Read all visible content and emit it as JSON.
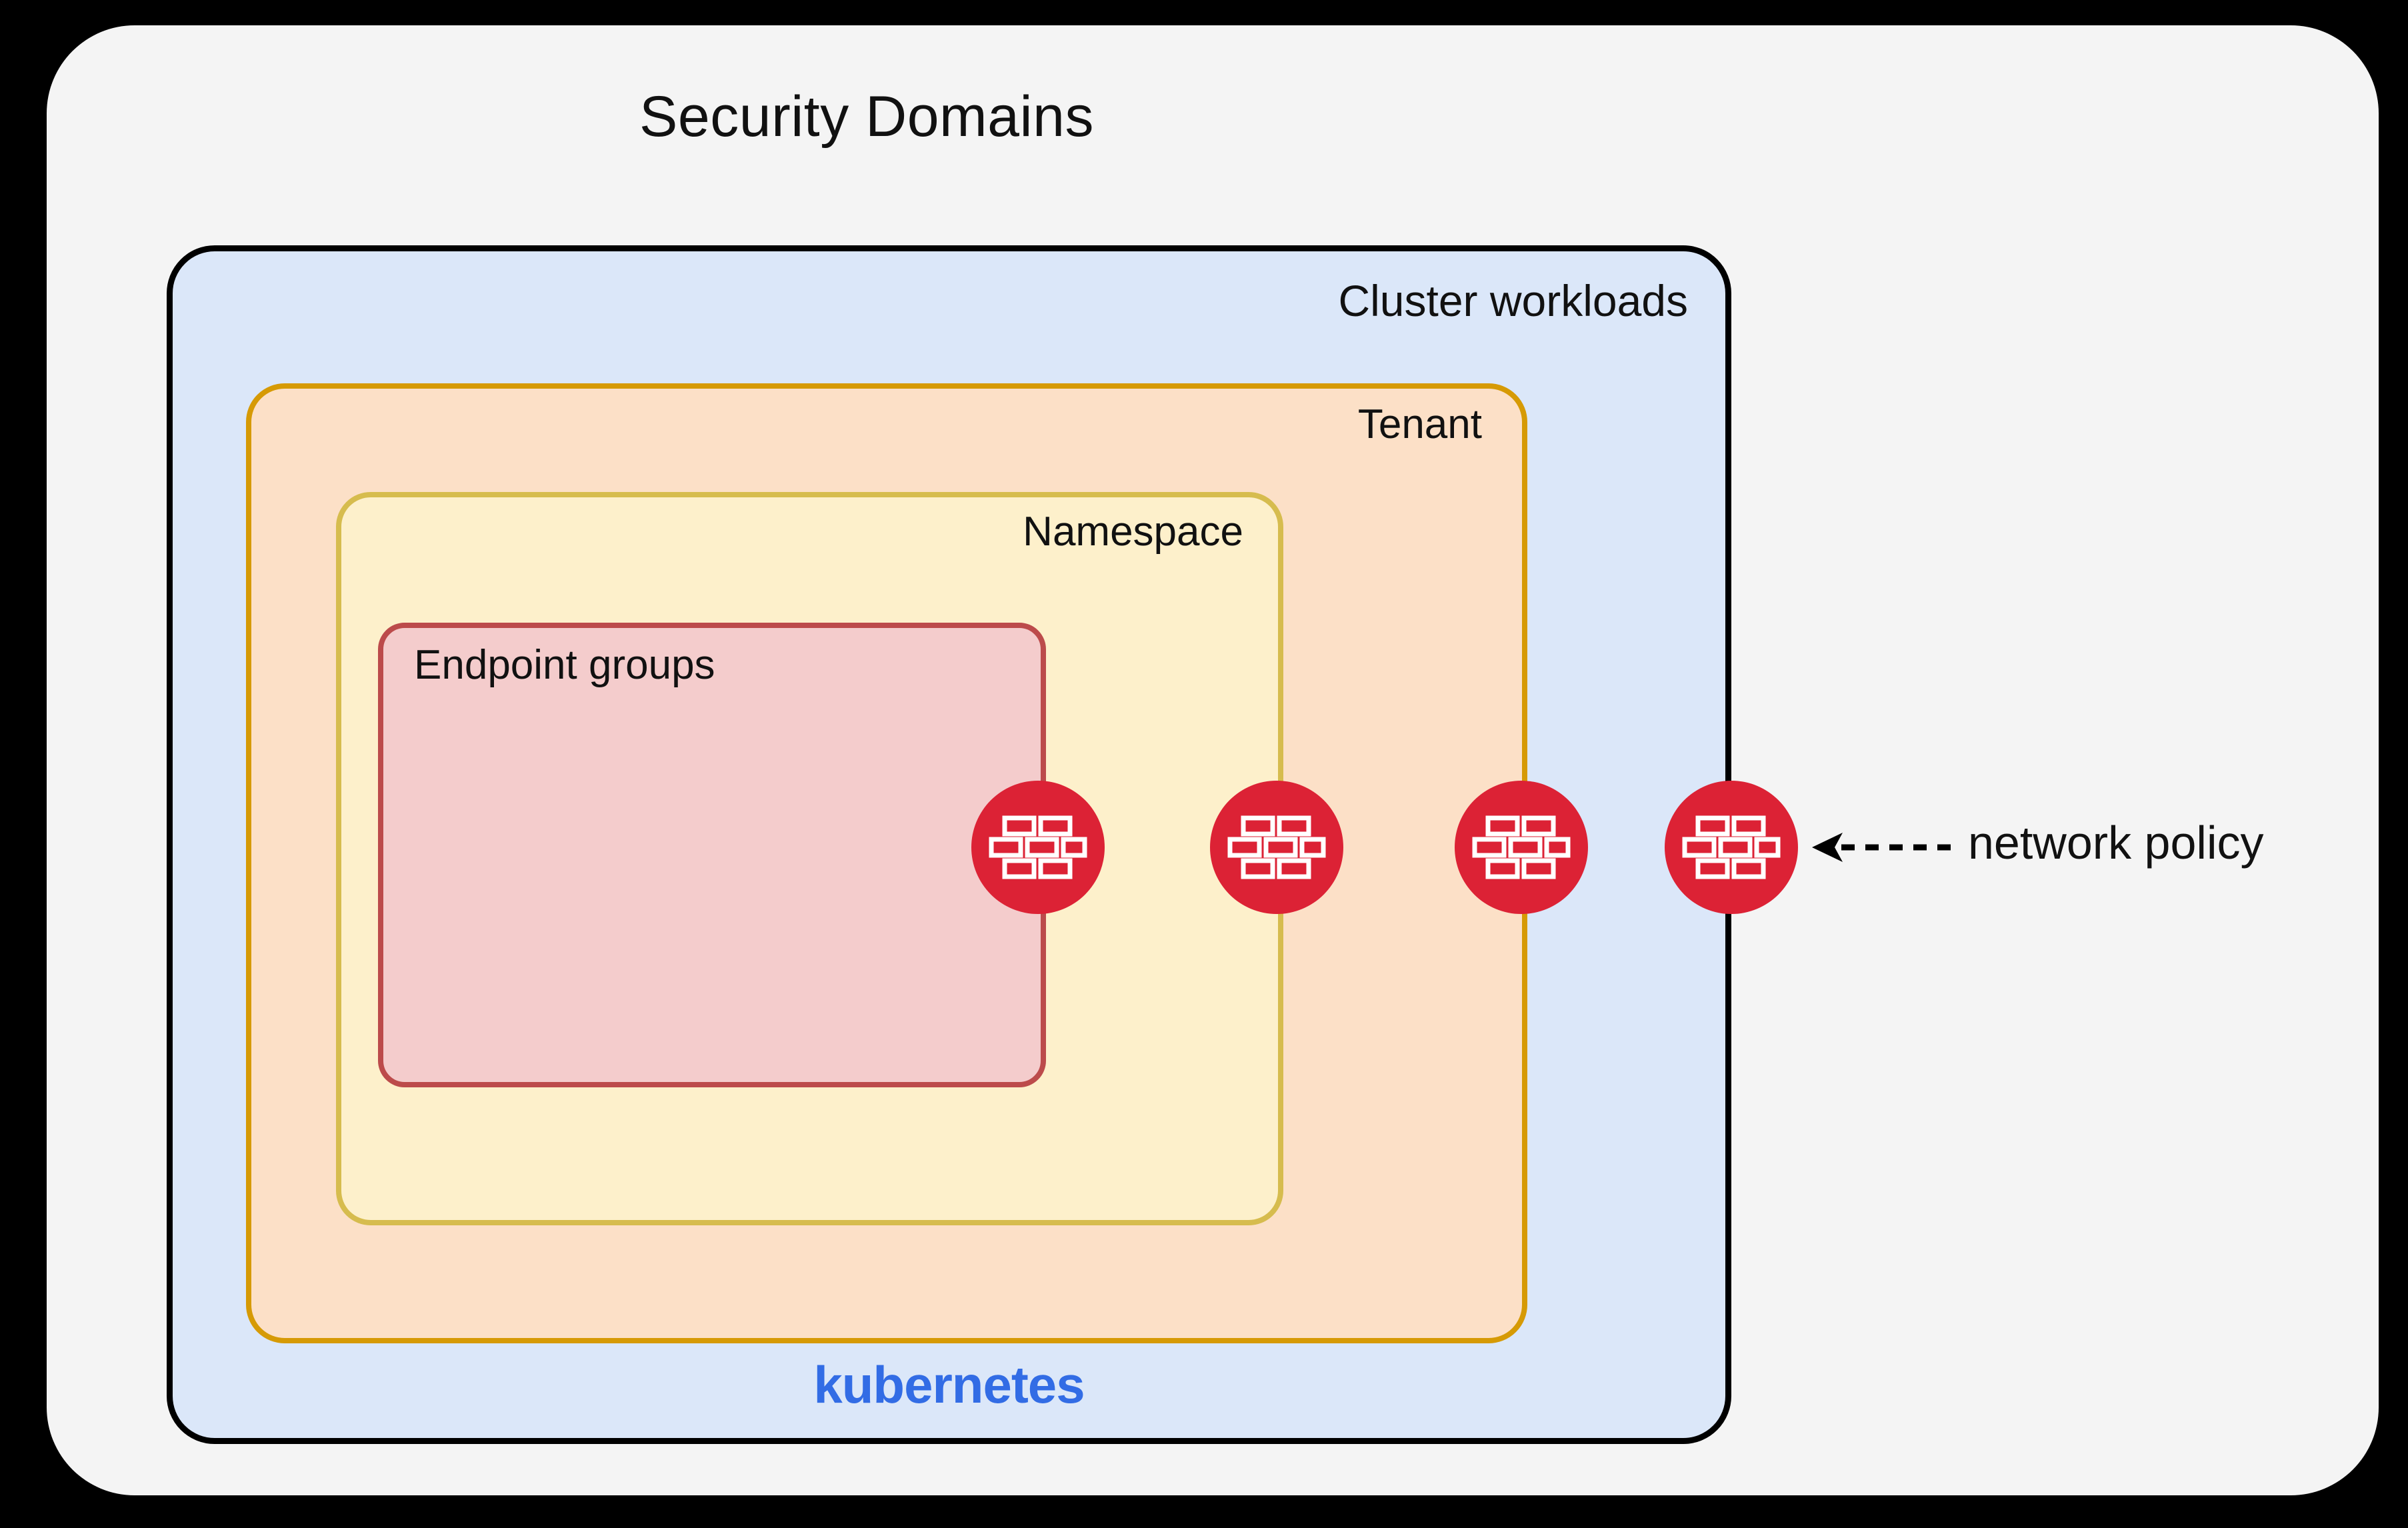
{
  "diagram": {
    "title": "Security Domains",
    "layers": [
      {
        "id": "cluster",
        "label": "Cluster workloads",
        "fill": "#DBE7F9",
        "stroke": "#000000"
      },
      {
        "id": "tenant",
        "label": "Tenant",
        "fill": "#FCE0C7",
        "stroke": "#D69A05"
      },
      {
        "id": "namespace",
        "label": "Namespace",
        "fill": "#FDF0CB",
        "stroke": "#D6BC4E"
      },
      {
        "id": "endpoint-groups",
        "label": "Endpoint groups",
        "fill": "#F4CCCC",
        "stroke": "#BC4B4B"
      }
    ],
    "platform_logo": "kubernetes",
    "platform_logo_color": "#326CE5",
    "policy_marker": {
      "icon": "firewall-brick-icon",
      "color": "#DC2235",
      "count": 4,
      "callout_label": "network policy",
      "callout_arrow": "dashed-left-arrow"
    },
    "canvas_background": "#000000",
    "card_background": "#F4F4F4"
  }
}
